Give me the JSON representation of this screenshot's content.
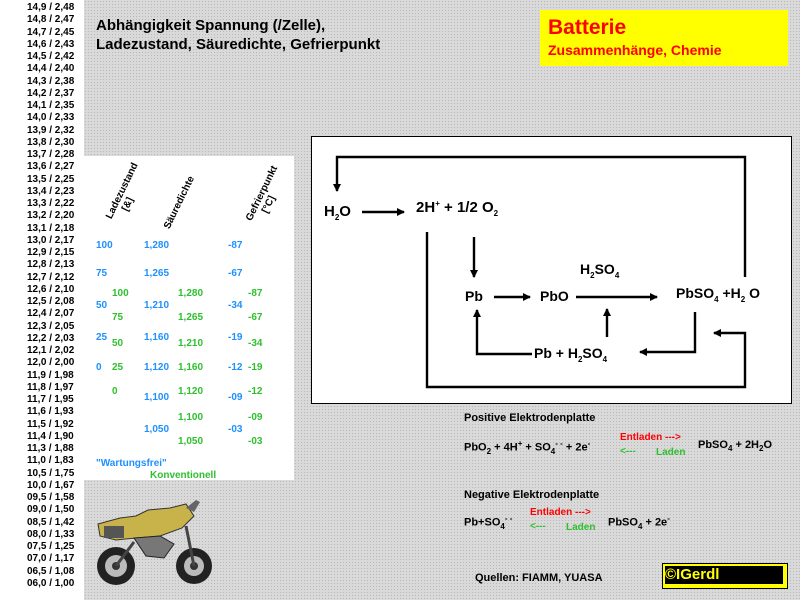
{
  "voltage_scale": [
    "14,9 / 2,48",
    "14,8 / 2,47",
    "14,7 / 2,45",
    "14,6 / 2,43",
    "14,5 / 2,42",
    "14,4 / 2,40",
    "14,3 / 2,38",
    "14,2 / 2,37",
    "14,1 / 2,35",
    "14,0 / 2,33",
    "13,9 / 2,32",
    "13,8 / 2,30",
    "13,7 / 2,28",
    "13,6 / 2,27",
    "13,5 / 2,25",
    "13,4 / 2,23",
    "13,3 / 2,22",
    "13,2 / 2,20",
    "13,1 / 2,18",
    "13,0 / 2,17",
    "12,9 / 2,15",
    "12,8 / 2,13",
    "12,7 / 2,12",
    "12,6 / 2,10",
    "12,5 / 2,08",
    "12,4 / 2,07",
    "12,3 / 2,05",
    "12,2 / 2,03",
    "12,1 / 2,02",
    "12,0 / 2,00",
    "11,9 / 1,98",
    "11,8 / 1,97",
    "11,7 / 1,95",
    "11,6 / 1,93",
    "11,5 / 1,92",
    "11,4 / 1,90",
    "11,3 / 1,88",
    "11,0 / 1,83",
    "10,5 / 1,75",
    "10,0 / 1,67",
    "09,5 / 1,58",
    "09,0 / 1,50",
    "08,5 / 1,42",
    "08,0 / 1,33",
    "07,5 / 1,25",
    "07,0 / 1,17",
    "06,5 / 1,08",
    "06,0 / 1,00"
  ],
  "title": {
    "line1": "Abhängigkeit Spannung (/Zelle),",
    "line2": "Ladezustand, Säuredichte, Gefrierpunkt"
  },
  "title_box": {
    "line1": "Batterie",
    "line2": "Zusammenhänge, Chemie"
  },
  "table": {
    "headers": {
      "charge_1": "Ladezustand",
      "charge_2": "[&]",
      "density": "Säuredichte",
      "freeze_1": "Gefrierpunkt",
      "freeze_2": "[°C]"
    },
    "rows": [
      [
        "100",
        "",
        "1,280",
        "",
        "-87",
        ""
      ],
      [
        "75",
        "",
        "1,265",
        "",
        "-67",
        ""
      ],
      [
        "",
        "100",
        "",
        "1,280",
        "",
        "-87"
      ],
      [
        "50",
        "",
        "1,210",
        "",
        "-34",
        ""
      ],
      [
        "",
        "75",
        "",
        "1,265",
        "",
        "-67"
      ],
      [
        "25",
        "",
        "1,160",
        "",
        "-19",
        ""
      ],
      [
        "",
        "50",
        "",
        "1,210",
        "",
        "-34"
      ],
      [
        "0",
        "25",
        "1,120",
        "1,160",
        "-12",
        "-19"
      ],
      [
        "",
        "0",
        "",
        "1,120",
        "",
        "-12"
      ],
      [
        "",
        "",
        "1,100",
        "",
        "-09",
        ""
      ],
      [
        "",
        "",
        "",
        "1,100",
        "",
        "-09"
      ],
      [
        "",
        "",
        "1,050",
        "",
        "-03",
        ""
      ],
      [
        "",
        "",
        "",
        "1,050",
        "",
        "-03"
      ]
    ],
    "legend_blue": "\"Wartungsfrei\"",
    "legend_green": "Konventionell",
    "colors": {
      "blue": "#1e90ff",
      "green": "#2ec02e"
    }
  },
  "diagram": {
    "h2o": {
      "base": "H",
      "sub": "2",
      "tail": "O"
    },
    "hydrogen": {
      "a": "2H",
      "sup": "+",
      "b": " + 1/2 O",
      "sub": "2"
    },
    "pb": "Pb",
    "pbo": "PbO",
    "h2so4": {
      "a": "H",
      "sub1": "2",
      "b": "SO",
      "sub2": "4"
    },
    "pbso4": {
      "a": "PbSO",
      "sub1": "4",
      "b": " +H",
      "sub2": "2",
      "c": " O"
    },
    "pb_h2so4": {
      "a": "Pb + H",
      "sub1": "2",
      "b": "SO",
      "sub2": "4"
    }
  },
  "positive": {
    "title": "Positive Elektrodenplatte",
    "lhs": {
      "a": "PbO",
      "s1": "2",
      "b": " + 4H",
      "p1": "+",
      "c": " + SO",
      "s2": "4",
      "p2": "- -",
      "d": " + 2e",
      "p3": "-"
    },
    "discharge": "Entladen --->",
    "charge_arrow": "<---",
    "charge": "Laden",
    "rhs": {
      "a": "PbSO",
      "s1": "4",
      "b": " + 2H",
      "s2": "2",
      "c": "O"
    }
  },
  "negative": {
    "title": "Negative Elektrodenplatte",
    "lhs": {
      "a": "Pb+SO",
      "s1": "4",
      "p1": "- -"
    },
    "discharge": "Entladen --->",
    "charge_arrow": "<---",
    "charge": "Laden",
    "rhs": {
      "a": "PbSO",
      "s1": "4",
      "b": " + 2e",
      "p1": "-"
    }
  },
  "sources": "Quellen: FIAMM, YUASA",
  "logo": "©IGerdl",
  "colors": {
    "accent_red": "#ff0000",
    "title_box_bg": "#ffff00",
    "charge_green": "#2ec02e"
  }
}
